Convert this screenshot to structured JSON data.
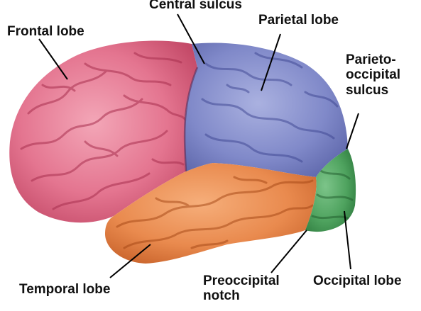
{
  "labels": {
    "central_sulcus": "Central sulcus",
    "frontal_lobe": "Frontal lobe",
    "parietal_lobe": "Parietal lobe",
    "parieto_occipital_sulcus": [
      "Parieto-",
      "occipital",
      "sulcus"
    ],
    "temporal_lobe": "Temporal lobe",
    "preoccipital_notch": [
      "Preoccipital",
      "notch"
    ],
    "occipital_lobe": "Occipital lobe"
  },
  "colors": {
    "frontal": "#e16a86",
    "parietal": "#7d87c8",
    "temporal": "#e8844a",
    "occipital": "#4ea25e",
    "gyri_line": "#000000"
  }
}
